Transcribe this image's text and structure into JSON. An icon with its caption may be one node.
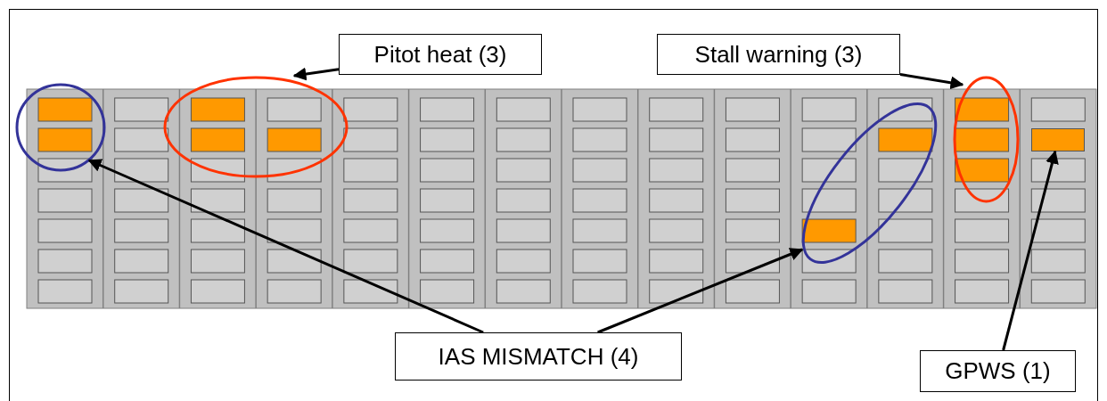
{
  "diagram": {
    "nodes": [
      {
        "text": [
          "Pitot heat (3)"
        ]
      },
      {
        "text": [
          "Stall warning (3)"
        ]
      },
      {
        "text": [
          "IAS MISMATCH (4)"
        ]
      },
      {
        "text": [
          "GPWS (1)"
        ]
      },
      {
        "text": [],
        "shape": "circle"
      },
      {
        "text": [],
        "shape": "circle"
      },
      {
        "text": [],
        "shape": "circle"
      },
      {
        "text": [],
        "shape": "circle"
      },
      {
        "text": [],
        "shape": "box"
      }
    ],
    "edges": [
      {
        "from": 0,
        "to": 5,
        "arrow": "to"
      },
      {
        "from": 1,
        "to": 7,
        "arrow": "to"
      },
      {
        "from": 2,
        "to": 4,
        "arrow": "to"
      },
      {
        "from": 2,
        "to": 6,
        "arrow": "to"
      },
      {
        "from": 3,
        "to": 8,
        "arrow": "to"
      }
    ]
  }
}
